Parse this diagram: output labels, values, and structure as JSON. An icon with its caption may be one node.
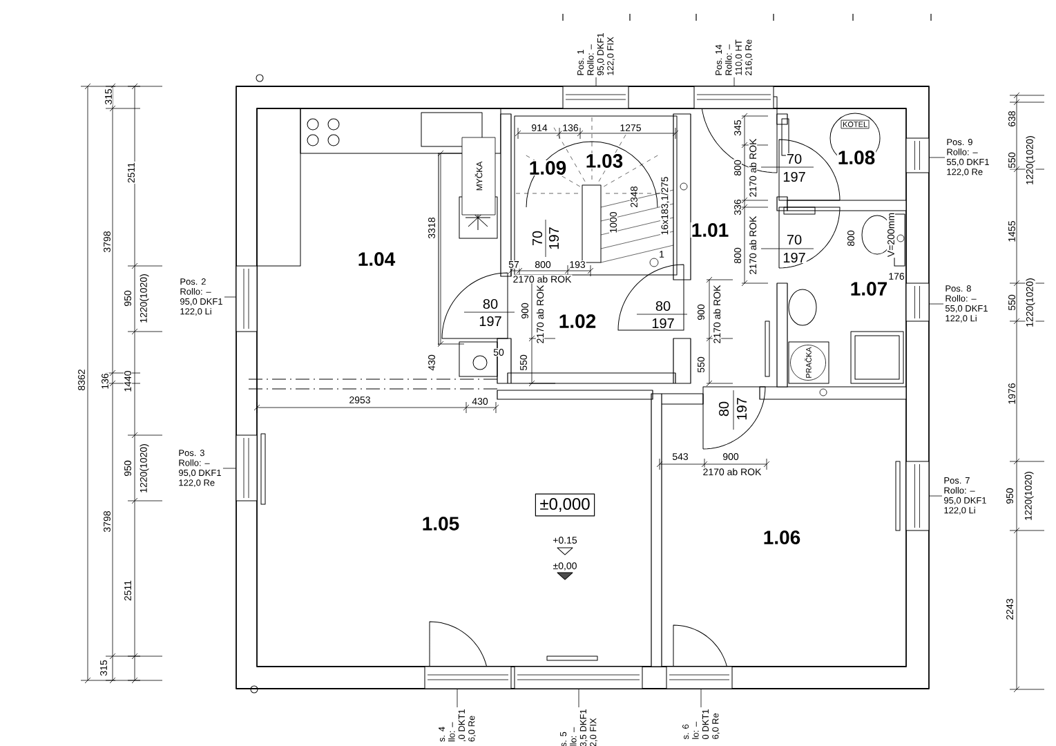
{
  "diagram": {
    "nodes": [
      {
        "text": [
          "Pos. 1",
          "Rollo: –",
          "95,0 DKF1",
          "122,0 FIX"
        ]
      },
      {
        "text": [
          "Pos. 14",
          "Rollo: –",
          "110,0 HT",
          "216,0 Re"
        ]
      },
      {
        "text": [
          "Pos. 2",
          "Rollo: –",
          "95,0 DKF1",
          "122,0 Li"
        ]
      },
      {
        "text": [
          "Pos. 3",
          "Rollo: –",
          "95,0 DKF1",
          "122,0 Re"
        ]
      },
      {
        "text": [
          "Pos. 9",
          "Rollo: –",
          "55,0 DKF1",
          "122,0 Re"
        ]
      },
      {
        "text": [
          "Pos. 8",
          "Rollo: –",
          "55,0 DKF1",
          "122,0 Li"
        ]
      },
      {
        "text": [
          "Pos. 7",
          "Rollo: –",
          "95,0 DKF1",
          "122,0 Li"
        ]
      },
      {
        "text": [
          "s. 4",
          "llo: –",
          ",0 DKT1",
          "6,0 Re"
        ]
      },
      {
        "text": [
          "s. 5",
          "llo: –",
          "3,5 DKF1",
          "2,0 FIX"
        ]
      },
      {
        "text": [
          "s. 6",
          "lo: –",
          "0 DKT1",
          "6,0 Re"
        ]
      },
      {
        "text": [
          "±0,000"
        ]
      },
      {
        "text": [
          "KOTEL"
        ]
      },
      {
        "text": [
          "PRAČKA"
        ]
      },
      {
        "text": [
          "MYČKA"
        ]
      },
      {
        "text": [],
        "shape": "window"
      },
      {
        "text": [],
        "shape": "window"
      },
      {
        "text": [],
        "shape": "window"
      },
      {
        "text": [],
        "shape": "window"
      },
      {
        "text": [],
        "shape": "window"
      },
      {
        "text": [],
        "shape": "window"
      },
      {
        "text": [],
        "shape": "window"
      },
      {
        "text": [],
        "shape": "window"
      },
      {
        "text": [],
        "shape": "window"
      },
      {
        "text": [],
        "shape": "window"
      }
    ],
    "edges": [
      {
        "from": 0,
        "to": 14,
        "arrow": "none"
      },
      {
        "from": 1,
        "to": 15,
        "arrow": "none"
      },
      {
        "from": 2,
        "to": 16,
        "arrow": "none"
      },
      {
        "from": 3,
        "to": 17,
        "arrow": "none"
      },
      {
        "from": 4,
        "to": 18,
        "arrow": "none"
      },
      {
        "from": 5,
        "to": 19,
        "arrow": "none"
      },
      {
        "from": 6,
        "to": 20,
        "arrow": "none"
      },
      {
        "from": 7,
        "to": 21,
        "arrow": "none"
      },
      {
        "from": 8,
        "to": 22,
        "arrow": "none"
      },
      {
        "from": 9,
        "to": 23,
        "arrow": "none"
      }
    ],
    "labels": [
      "315",
      "2511",
      "3798",
      "950",
      "1220(1020)",
      "8362",
      "136",
      "1440",
      "950",
      "1220(1020)",
      "3798",
      "2511",
      "315",
      "914",
      "136",
      "1275",
      "1.09",
      "1.03",
      "2348",
      "1000",
      "16x183,1/275",
      "70",
      "197",
      "3318",
      "1.04",
      "57",
      "800",
      "193",
      "2170 ab ROK",
      "1",
      "1.01",
      "345",
      "800",
      "2170 ab ROK",
      "70",
      "197",
      "1.08",
      "336",
      "800",
      "2170 ab ROK",
      "70",
      "197",
      "800",
      "V=200mm",
      "176",
      "1.07",
      "80",
      "197",
      "900",
      "2170 ab ROK",
      "1.02",
      "80",
      "197",
      "900",
      "2170 ab ROK",
      "430",
      "50",
      "550",
      "550",
      "2953",
      "430",
      "80",
      "197",
      "543",
      "900",
      "2170 ab ROK",
      "1.05",
      "1.06",
      "+0.15",
      "±0,00",
      "638",
      "550",
      "1220(1020)",
      "1455",
      "550",
      "1220(1020)",
      "1976",
      "950",
      "1220(1020)",
      "2243"
    ]
  }
}
